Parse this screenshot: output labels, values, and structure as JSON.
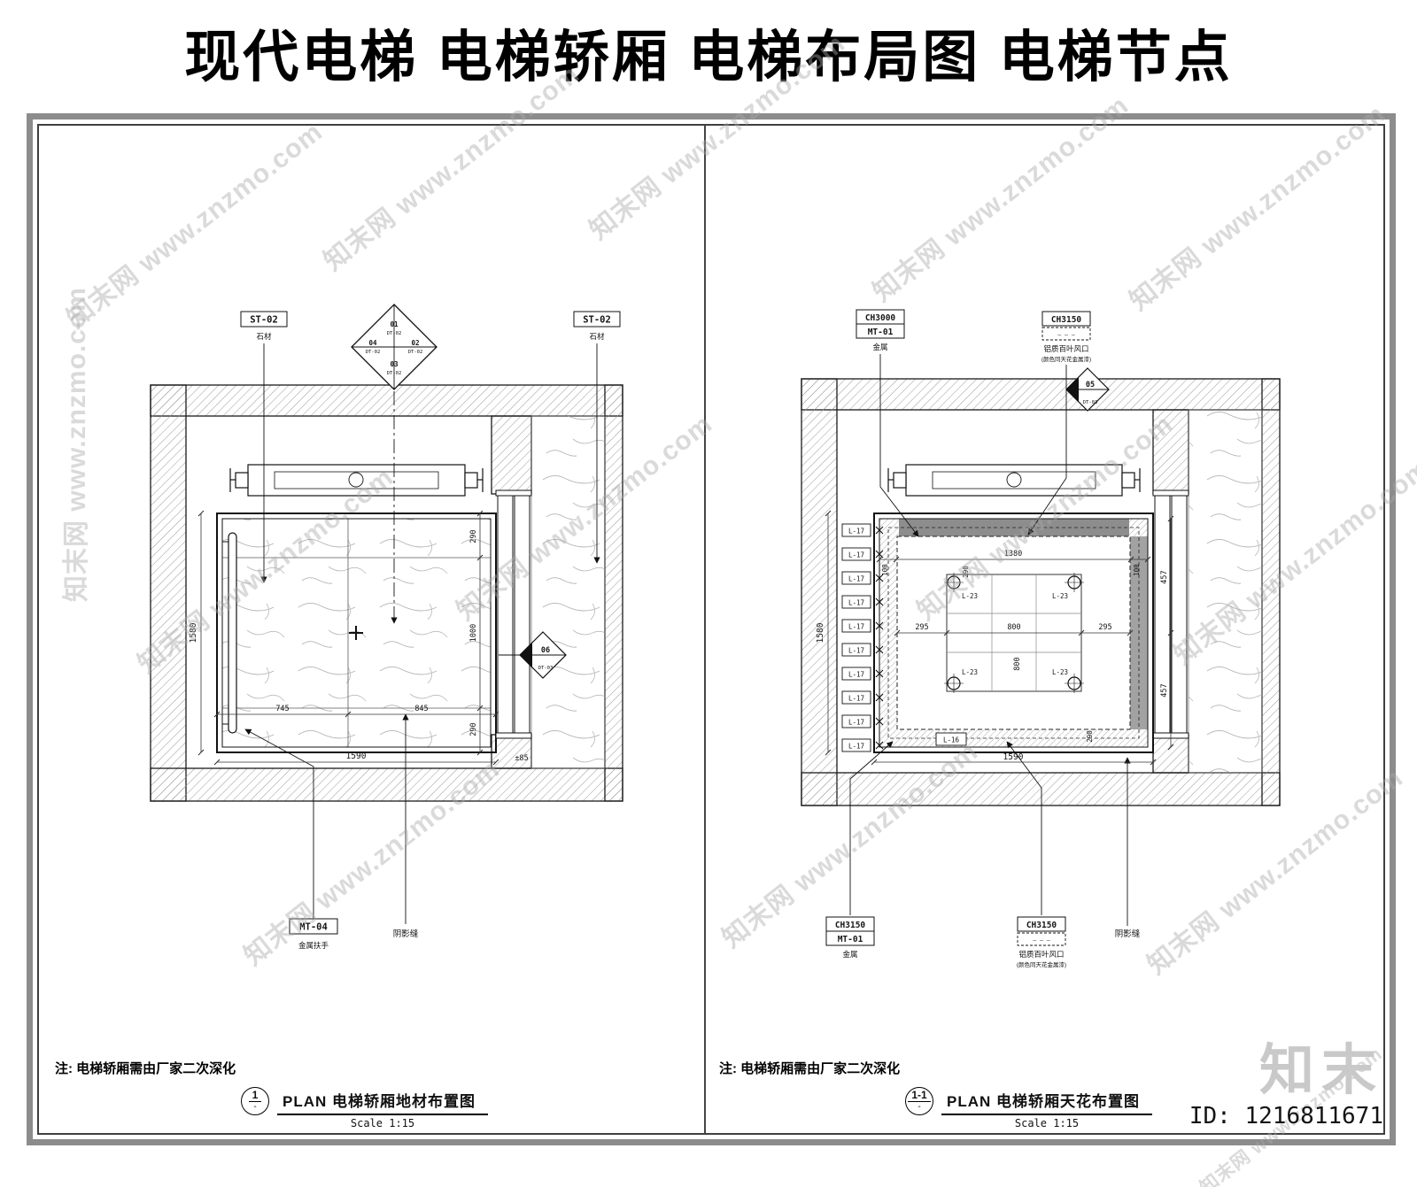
{
  "page": {
    "title": "现代电梯 电梯轿厢 电梯布局图 电梯节点",
    "watermark": "知末网 www.znzmo.com",
    "logo": "知末",
    "id_label": "ID: 1216811671"
  },
  "left": {
    "note": "注: 电梯轿厢需由厂家二次深化",
    "plan_no": "1",
    "plan_dash": "-",
    "plan_title": "PLAN 电梯轿厢地材布置图",
    "scale": "Scale 1:15",
    "labels": {
      "st02": "ST-02",
      "stone": "石材",
      "mt04": "MT-04",
      "handrail": "金属扶手",
      "seam": "阴影缝"
    },
    "marker": {
      "n01": "01",
      "n02": "02",
      "n03": "03",
      "n04": "04",
      "dt02": "DT-02",
      "n06": "06",
      "dt03": "DT-03"
    },
    "dims": {
      "v_total": "1580",
      "h_total": "1590",
      "v_290a": "290",
      "v_1000": "1000",
      "v_290b": "290",
      "w_745": "745",
      "w_845": "845",
      "lvl": "±85"
    }
  },
  "right": {
    "note": "注: 电梯轿厢需由厂家二次深化",
    "plan_no": "1-1",
    "plan_dash": "-",
    "plan_title": "PLAN 电梯轿厢天花布置图",
    "scale": "Scale 1:15",
    "labels": {
      "ch3000": "CH3000",
      "ch3150": "CH3150",
      "mt01": "MT-01",
      "metal": "金属",
      "louver": "铝质百叶风口",
      "louver_note": "(颜色同天花金属漆)",
      "dash": "— — —",
      "l17": "L-17",
      "l23": "L-23",
      "l16": "L-16",
      "seam": "阴影缝"
    },
    "marker": {
      "n05": "05",
      "dt03": "DT-03"
    },
    "dims": {
      "t_100a": "100",
      "t_1380": "1380",
      "t_100b": "100",
      "v_290t": "290",
      "m_295a": "295",
      "m_800": "800",
      "m_295b": "295",
      "v_800": "800",
      "r_457a": "457",
      "r_457b": "457",
      "v_290b": "290",
      "b_total": "1590",
      "l_total": "1580"
    }
  }
}
